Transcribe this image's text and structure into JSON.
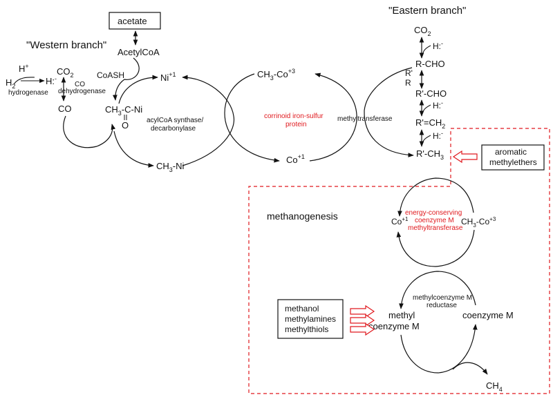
{
  "colors": {
    "ink": "#111111",
    "accent_red": "#e0181d",
    "background": "#ffffff"
  },
  "branches": {
    "western": "\"Western branch\"",
    "eastern": "\"Eastern branch\""
  },
  "boxes": {
    "acetate": "acetate",
    "aromatic_line1": "aromatic",
    "aromatic_line2": "methylethers",
    "substrates_line1": "methanol",
    "substrates_line2": "methylamines",
    "substrates_line3": "methylthiols"
  },
  "western": {
    "hplus": "H",
    "hplus_sup": "+",
    "h2": "H",
    "h2_sub": "2",
    "hminus": "H:",
    "hminus_sup": "-",
    "co2": "CO",
    "co2_sub": "2",
    "co_dehydrogenase_1": "CO",
    "co_dehydrogenase_2": "dehydrogenase",
    "hydrogenase": "hydrogenase",
    "co": "CO",
    "acetylcoa": "AcetylCoA",
    "coash": "CoASH",
    "ni1": "Ni",
    "ni1_sup": "+1",
    "acyl_ch3": "CH",
    "acyl_ch3_sub": "3",
    "acyl_rest": "-C-Ni",
    "acyl_o": "O",
    "synthase_1": "acylCoA synthase/",
    "synthase_2": "decarbonylase",
    "ch3ni": "CH",
    "ch3ni_sub": "3",
    "ch3ni_rest": "-Ni"
  },
  "center": {
    "ch3co": "CH",
    "ch3co_sub": "3",
    "ch3co_mid": "-Co",
    "ch3co_sup": "+3",
    "protein_1": "corrinoid iron-sulfur",
    "protein_2": "protein",
    "co1": "Co",
    "co1_sup": "+1",
    "methyltransferase": "methyltransferase"
  },
  "eastern": {
    "co2": "CO",
    "co2_sub": "2",
    "h1": "H:",
    "h1_sup": "-",
    "rcho": "R-CHO",
    "rprime": "R'",
    "r": "R",
    "rpcho": "R'-CHO",
    "h2": "H:",
    "h2_sup": "-",
    "rpch2": "R'=CH",
    "rpch2_sub": "2",
    "h3": "H:",
    "h3_sup": "-",
    "rpch3": "R'-CH",
    "rpch3_sub": "3"
  },
  "methanogenesis": {
    "title": "methanogenesis",
    "co1": "Co",
    "co1_sup": "+1",
    "ch3co": "CH",
    "ch3co_sub": "3",
    "ch3co_mid": "-Co",
    "ch3co_sup": "+3",
    "ec_1": "energy-conserving",
    "ec_2": "coenzyme M",
    "ec_3": "methyltransferase",
    "reductase_1": "methylcoenzyme M",
    "reductase_2": "reductase",
    "methyl_1": "methyl",
    "methyl_2": "coenzyme M",
    "coenzyme_m": "coenzyme M",
    "ch4": "CH",
    "ch4_sub": "4"
  }
}
